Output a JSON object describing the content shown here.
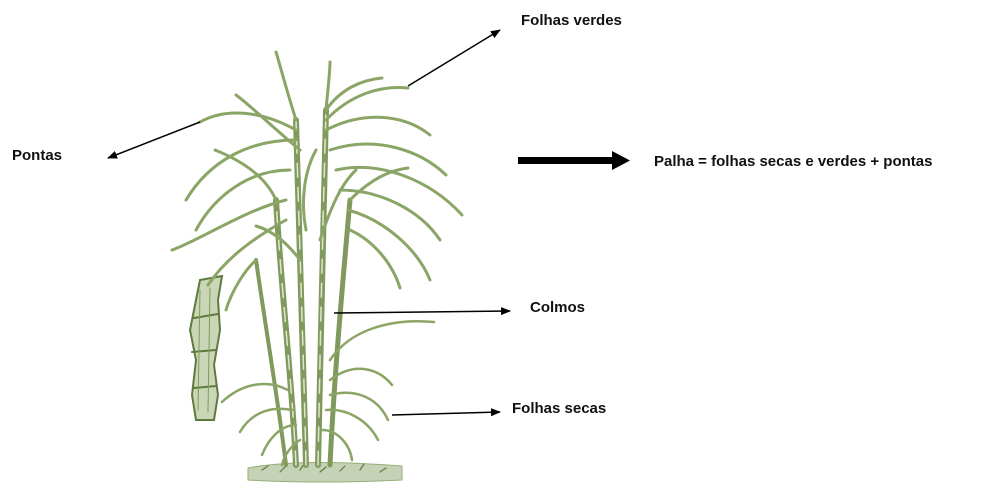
{
  "labels": {
    "folhas_verdes": "Folhas verdes",
    "pontas": "Pontas",
    "colmos": "Colmos",
    "folhas_secas": "Folhas secas",
    "palha_definition": "Palha = folhas secas e verdes + pontas"
  },
  "colors": {
    "plant_stroke": "#7f9a5c",
    "plant_dark": "#5f7a3e",
    "plant_light": "#a9bf8a",
    "ground": "#b9c7a4",
    "text": "#111111",
    "arrow": "#000000"
  }
}
